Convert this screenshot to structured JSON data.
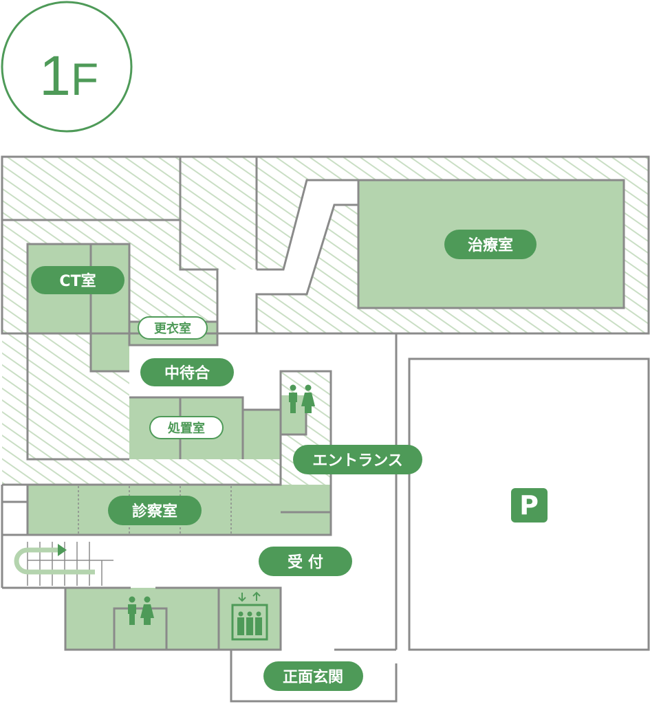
{
  "floor_badge": {
    "number": "1",
    "letter": "F"
  },
  "labels": {
    "treatment_room": "治療室",
    "ct_room": "CT室",
    "changing_room": "更衣室",
    "inner_waiting": "中待合",
    "procedure_room": "処置室",
    "entrance": "エントランス",
    "exam_room": "診察室",
    "reception": "受 付",
    "main_entrance": "正面玄関",
    "parking": "P"
  },
  "icons": {
    "restroom": "restroom-icon",
    "elevator": "elevator-icon",
    "stairs": "stairs-icon"
  },
  "colors": {
    "accent": "#4e9a58",
    "room_fill": "#b4d4ae",
    "wall": "#8a8a8a",
    "hatch": "#c9dec4"
  }
}
